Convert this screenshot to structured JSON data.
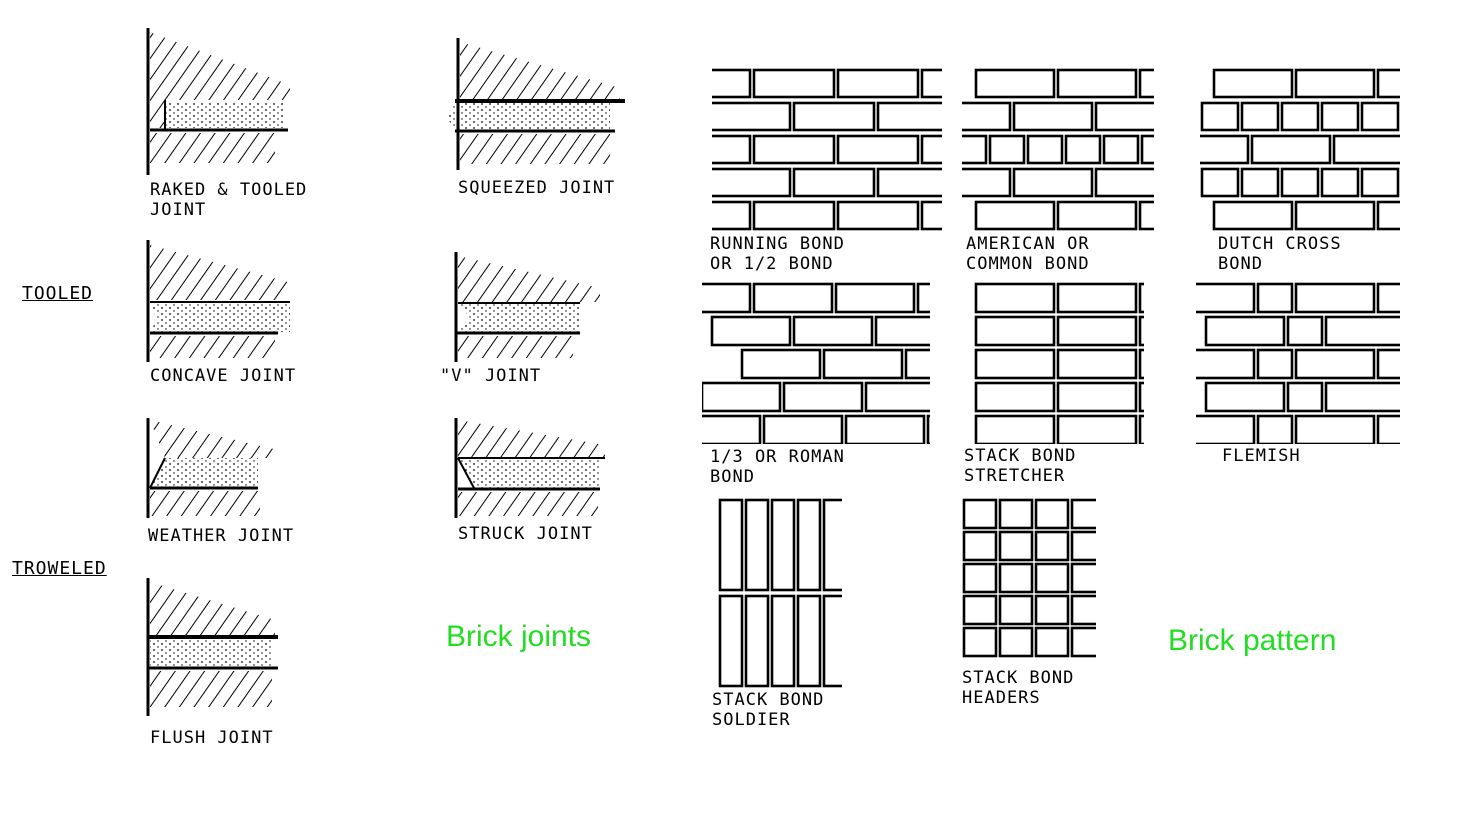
{
  "side_labels": {
    "tooled": "TOOLED",
    "troweled": "TROWELED"
  },
  "joints": {
    "raked_tooled": "RAKED & TOOLED\nJOINT",
    "squeezed": "SQUEEZED JOINT",
    "concave": "CONCAVE JOINT",
    "v_joint": "\"V\" JOINT",
    "weather": "WEATHER JOINT",
    "struck": "STRUCK JOINT",
    "flush": "FLUSH JOINT"
  },
  "patterns": {
    "running": "RUNNING BOND\nOR 1/2 BOND",
    "american": "AMERICAN OR\nCOMMON BOND",
    "dutch": "DUTCH CROSS\nBOND",
    "roman": "1/3 OR ROMAN\nBOND",
    "stack_stretcher": "STACK BOND\nSTRETCHER",
    "flemish": "FLEMISH",
    "stack_soldier": "STACK BOND\nSOLDIER",
    "stack_headers": "STACK BOND\nHEADERS"
  },
  "captions": {
    "joints": "Brick joints",
    "patterns": "Brick pattern"
  },
  "colors": {
    "caption": "#22dd22",
    "ink": "#000000"
  }
}
